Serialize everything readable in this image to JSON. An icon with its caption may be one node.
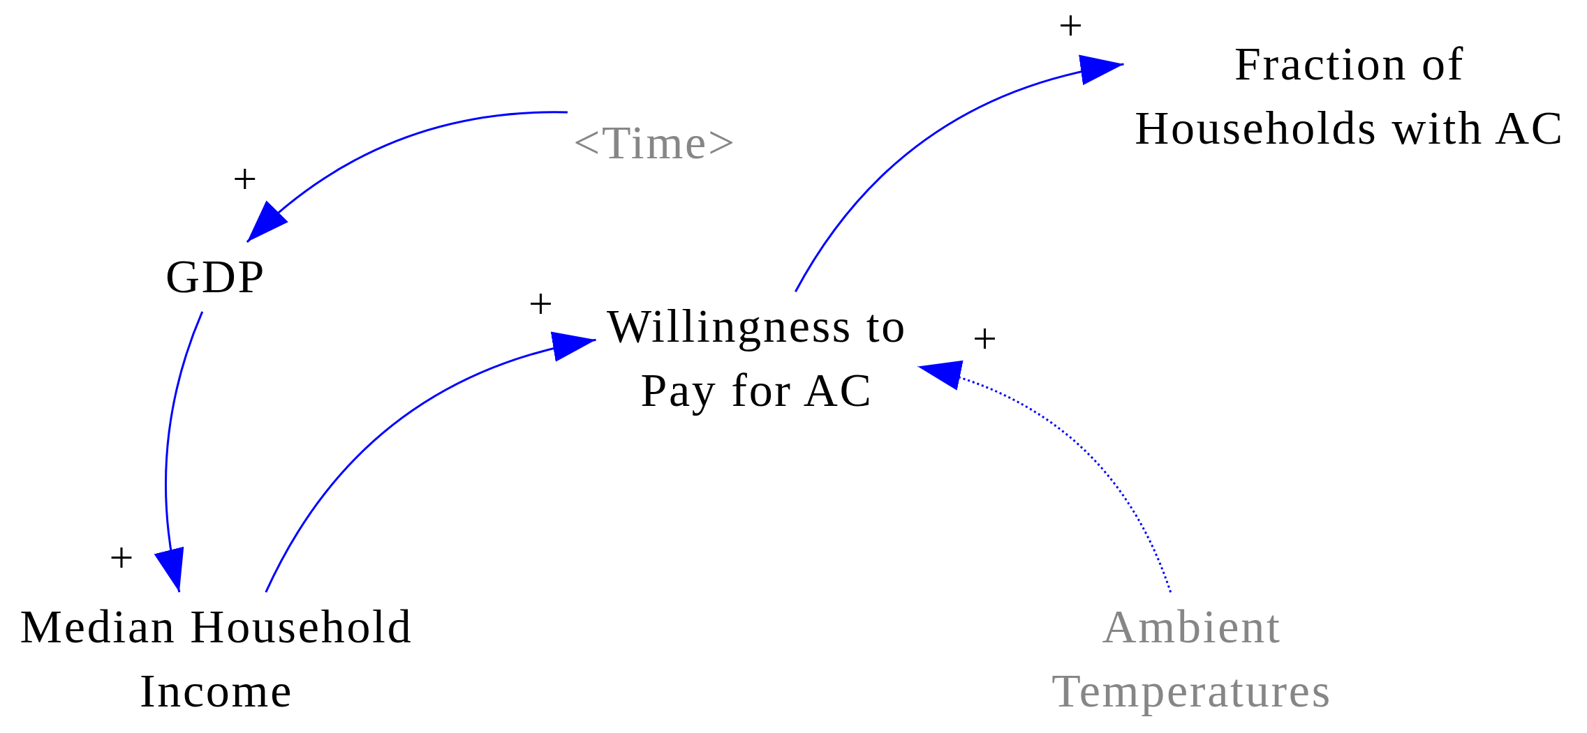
{
  "diagram": {
    "nodes": [
      {
        "text": [
          "Fraction of Households with AC"
        ]
      },
      {
        "text": [
          "<Time>"
        ]
      },
      {
        "text": [
          "GDP"
        ]
      },
      {
        "text": [
          "Willingness to Pay for AC"
        ]
      },
      {
        "text": [
          "Median Household Income"
        ]
      },
      {
        "text": [
          "Ambient Temperatures"
        ]
      }
    ],
    "edges": [
      {
        "from": 1,
        "to": 2,
        "arrow": "to",
        "label": "+"
      },
      {
        "from": 2,
        "to": 4,
        "arrow": "to",
        "label": "+"
      },
      {
        "from": 4,
        "to": 3,
        "arrow": "to",
        "label": "+"
      },
      {
        "from": 3,
        "to": 0,
        "arrow": "to",
        "label": "+"
      },
      {
        "from": 5,
        "to": 3,
        "arrow": "to",
        "label": "+",
        "style": "dashed"
      }
    ]
  }
}
